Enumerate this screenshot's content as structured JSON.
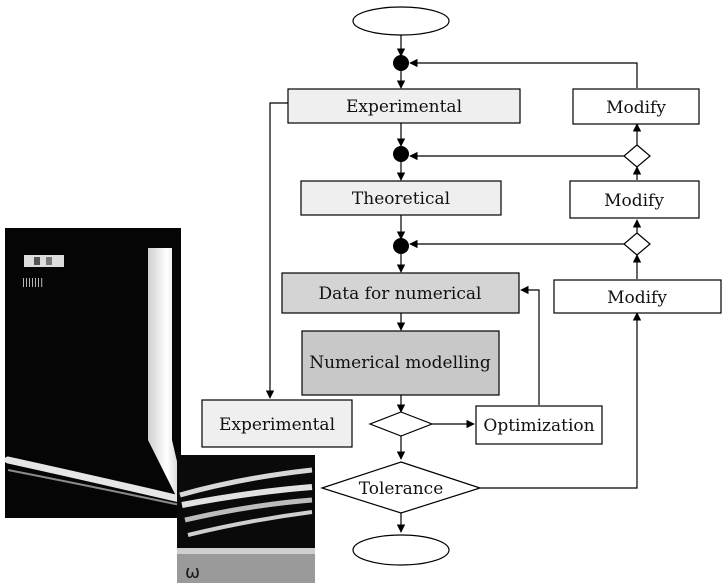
{
  "diagram": {
    "boxes": {
      "experimental_top": "Experimental",
      "theoretical": "Theoretical",
      "data_for_numerical": "Data for numerical",
      "numerical_modelling": "Numerical modelling",
      "experimental_bottom": "Experimental",
      "optimization": "Optimization",
      "modify_top": "Modify",
      "modify_middle": "Modify",
      "modify_bottom": "Modify"
    },
    "decisions": {
      "tolerance": "Tolerance"
    },
    "photos": {
      "scale_marks": "|||||||"
    }
  }
}
